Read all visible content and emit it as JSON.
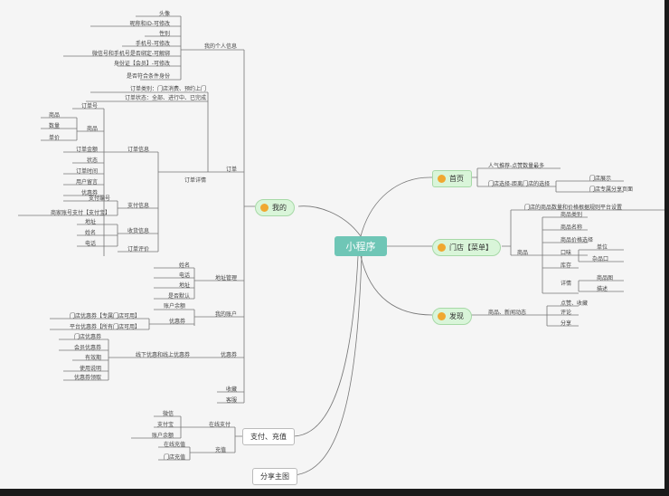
{
  "root": "小程序",
  "right": {
    "home": {
      "label": "首页",
      "items": [
        "人气推荐-点赞数量最多",
        "门店选择-距离门店的选择"
      ],
      "sub": [
        "门店展示",
        "门店专属分享页面"
      ]
    },
    "store": {
      "label": "门店【菜单】",
      "top": "门店的商品数量和价格根据规则平台设置",
      "goods": "商品",
      "goods_items": [
        "商品类别",
        "商品名称",
        "商品价格选择",
        "口味",
        "库存",
        "详情"
      ],
      "taste": [
        "单位",
        "杂品口"
      ],
      "detail": [
        "商品图",
        "描述"
      ]
    },
    "discover": {
      "label": "发现",
      "mid": "商品、新闻动态",
      "items": [
        "点赞、收藏",
        "评论",
        "分享"
      ]
    }
  },
  "left": {
    "mine": {
      "label": "我的"
    },
    "personal": {
      "label": "我的个人信息",
      "items": [
        "头像",
        "昵称和ID-可修改",
        "性别",
        "手机号-可修改",
        "微信号和手机号是否绑定-可解绑",
        "身份证【会员】-可修改",
        "是否符合条件身份"
      ]
    },
    "order": {
      "label": "订单",
      "items": [
        "订单类别：门店消费、预约上门",
        "订单状态：全部、进行中、已完成"
      ],
      "detail_label": "订单详情",
      "info_label": "订单信息",
      "info_items": [
        "订单号",
        "商品",
        "订单金额",
        "状态",
        "订单时间",
        "用户留言",
        "优惠券"
      ],
      "goods_sub": [
        "商品",
        "数量",
        "单价"
      ],
      "pay_label": "支付信息",
      "pay_items": [
        "支付编号",
        "商家账号支付【支付宝】"
      ],
      "ship_label": "收货信息",
      "ship_items": [
        "地址",
        "姓名",
        "电话"
      ],
      "eval": "订单评价"
    },
    "address": {
      "label": "地址管理",
      "items": [
        "姓名",
        "电话",
        "地址",
        "是否默认"
      ]
    },
    "account": {
      "label": "我的账户",
      "top": "账户余额",
      "coupon": "优惠券",
      "coupon_items": [
        "门店优惠券【专属门店可用】",
        "平台优惠券【所有门店可用】"
      ]
    },
    "coupons": {
      "label": "优惠券",
      "mid": "线下优惠和线上优惠券",
      "items": [
        "门店优惠券",
        "会员优惠券",
        "有效期",
        "使用说明",
        "优惠券领取"
      ]
    },
    "misc": [
      "收藏",
      "客服"
    ],
    "payment": {
      "label": "支付、充值",
      "online_label": "在线支付",
      "online_items": [
        "微信",
        "支付宝",
        "账户余额"
      ],
      "recharge_label": "充值",
      "recharge_items": [
        "在线充值",
        "门店充值"
      ]
    },
    "share": {
      "label": "分享主图"
    }
  }
}
